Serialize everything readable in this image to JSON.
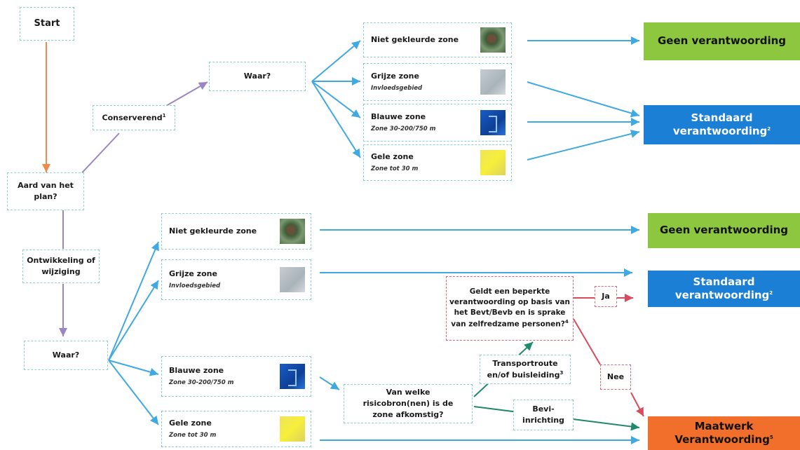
{
  "nodes": {
    "start": "Start",
    "aard": "Aard van het plan?",
    "conserverend": "Conserverend",
    "conserverend_sup": "1",
    "waar_top": "Waar?",
    "ontwikkeling": "Ontwikkeling of wijziging",
    "waar_bottom": "Waar?",
    "top_niet": "Niet gekleurde zone",
    "top_grijze": "Grijze zone",
    "top_grijze_sub": "Invloedsgebied",
    "top_blauwe": "Blauwe zone",
    "top_blauwe_sub": "Zone 30-200/750 m",
    "top_gele": "Gele zone",
    "top_gele_sub": "Zone tot 30 m",
    "bot_niet": "Niet gekleurde zone",
    "bot_grijze": "Grijze zone",
    "bot_grijze_sub": "Invloedsgebied",
    "bot_blauwe": "Blauwe zone",
    "bot_blauwe_sub": "Zone 30-200/750 m",
    "bot_gele": "Gele zone",
    "bot_gele_sub": "Zone tot 30 m",
    "risicobron": "Van welke risicobron(nen) is de zone afkomstig?",
    "transport": "Transportroute en/of buisleiding",
    "transport_sup": "3",
    "bevi": "Bevi-inrichting",
    "geldt": "Geldt een beperkte verantwoording op basis van het Bevt/Bevb en is sprake van zelfredzame personen?",
    "geldt_sup": "4",
    "ja": "Ja",
    "nee": "Nee"
  },
  "outcomes": {
    "geen_1": "Geen verantwoording",
    "standaard_1": "Standaard verantwoording",
    "standaard_1_sup": "2",
    "geen_2": "Geen verantwoording",
    "standaard_2": "Standaard verantwoording",
    "standaard_2_sup": "2",
    "maatwerk": "Maatwerk Verantwoording",
    "maatwerk_sup": "5"
  },
  "icons": {
    "niet": "aerial-photo-icon",
    "grijze": "grey-zone-map-icon",
    "blauwe": "blue-zone-map-icon",
    "gele": "yellow-zone-map-icon"
  },
  "colors": {
    "geen": "#8dc63f",
    "standaard": "#1b7fd6",
    "maatwerk": "#f16f2b",
    "arrow_orange": "#f08a4b",
    "arrow_purple": "#9b86c4",
    "arrow_blue": "#3fa9e0",
    "arrow_red": "#d94a5c",
    "arrow_green": "#1f8a6c",
    "node_border": "#8fd3cf"
  }
}
